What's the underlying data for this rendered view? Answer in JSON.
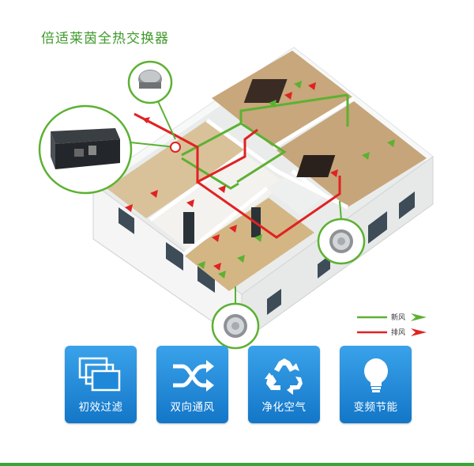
{
  "title": "倍适莱茵全热交换器",
  "legend": {
    "fresh_air": "新风",
    "exhaust_air": "排风",
    "fresh_color": "#5cb132",
    "exhaust_color": "#e02222"
  },
  "features": [
    {
      "label": "初效过滤",
      "icon": "filter-windows-icon"
    },
    {
      "label": "双向通风",
      "icon": "two-way-arrows-icon"
    },
    {
      "label": "净化空气",
      "icon": "recycle-icon"
    },
    {
      "label": "变频节能",
      "icon": "light-bulb-icon"
    }
  ],
  "colors": {
    "title": "#3f9a2c",
    "tile": "#1f88d8",
    "accent_green": "#39a43a"
  }
}
